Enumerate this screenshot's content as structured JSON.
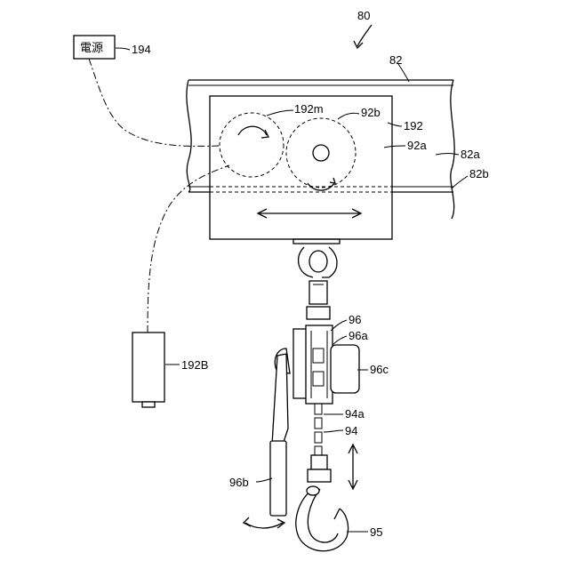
{
  "figure": {
    "ref_80": "80",
    "ref_82": "82",
    "ref_82a": "82a",
    "ref_82b": "82b",
    "ref_192": "192",
    "ref_192m": "192m",
    "ref_92a": "92a",
    "ref_92b": "92b",
    "ref_194": "194",
    "power_box_text": "電源",
    "ref_192B": "192B",
    "ref_96": "96",
    "ref_96a": "96a",
    "ref_96c": "96c",
    "ref_94a": "94a",
    "ref_94": "94",
    "ref_96b": "96b",
    "ref_95": "95"
  }
}
